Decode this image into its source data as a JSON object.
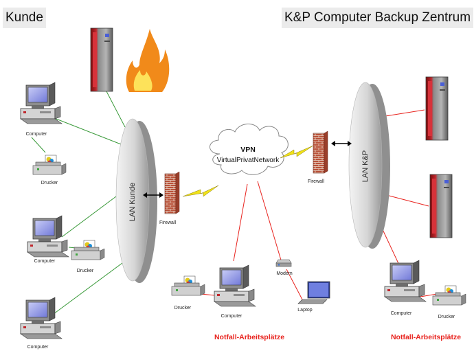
{
  "header": {
    "left_title": "Kunde",
    "right_title": "K&P Computer Backup Zentrum"
  },
  "lan": {
    "customer": "LAN Kunde",
    "kp": "LAN K&P"
  },
  "vpn": {
    "title": "VPN",
    "subtitle": "VirtualPrivatNetwork"
  },
  "labels": {
    "computer": "Computer",
    "printer": "Drucker",
    "firewall": "Firewall",
    "modem": "Modem",
    "laptop": "Laptop"
  },
  "workstations_label": "Notfall-Arbeitsplätze",
  "colors": {
    "customer_link": "#3a9a3a",
    "kp_link": "#e8231e",
    "heading": "#e8231e",
    "lightning": "#f0e21a"
  },
  "icons": [
    "server-icon",
    "fire-icon",
    "computer-icon",
    "printer-icon",
    "firewall-icon",
    "cloud-icon",
    "modem-icon",
    "laptop-icon",
    "lightning-icon",
    "double-arrow-icon"
  ]
}
